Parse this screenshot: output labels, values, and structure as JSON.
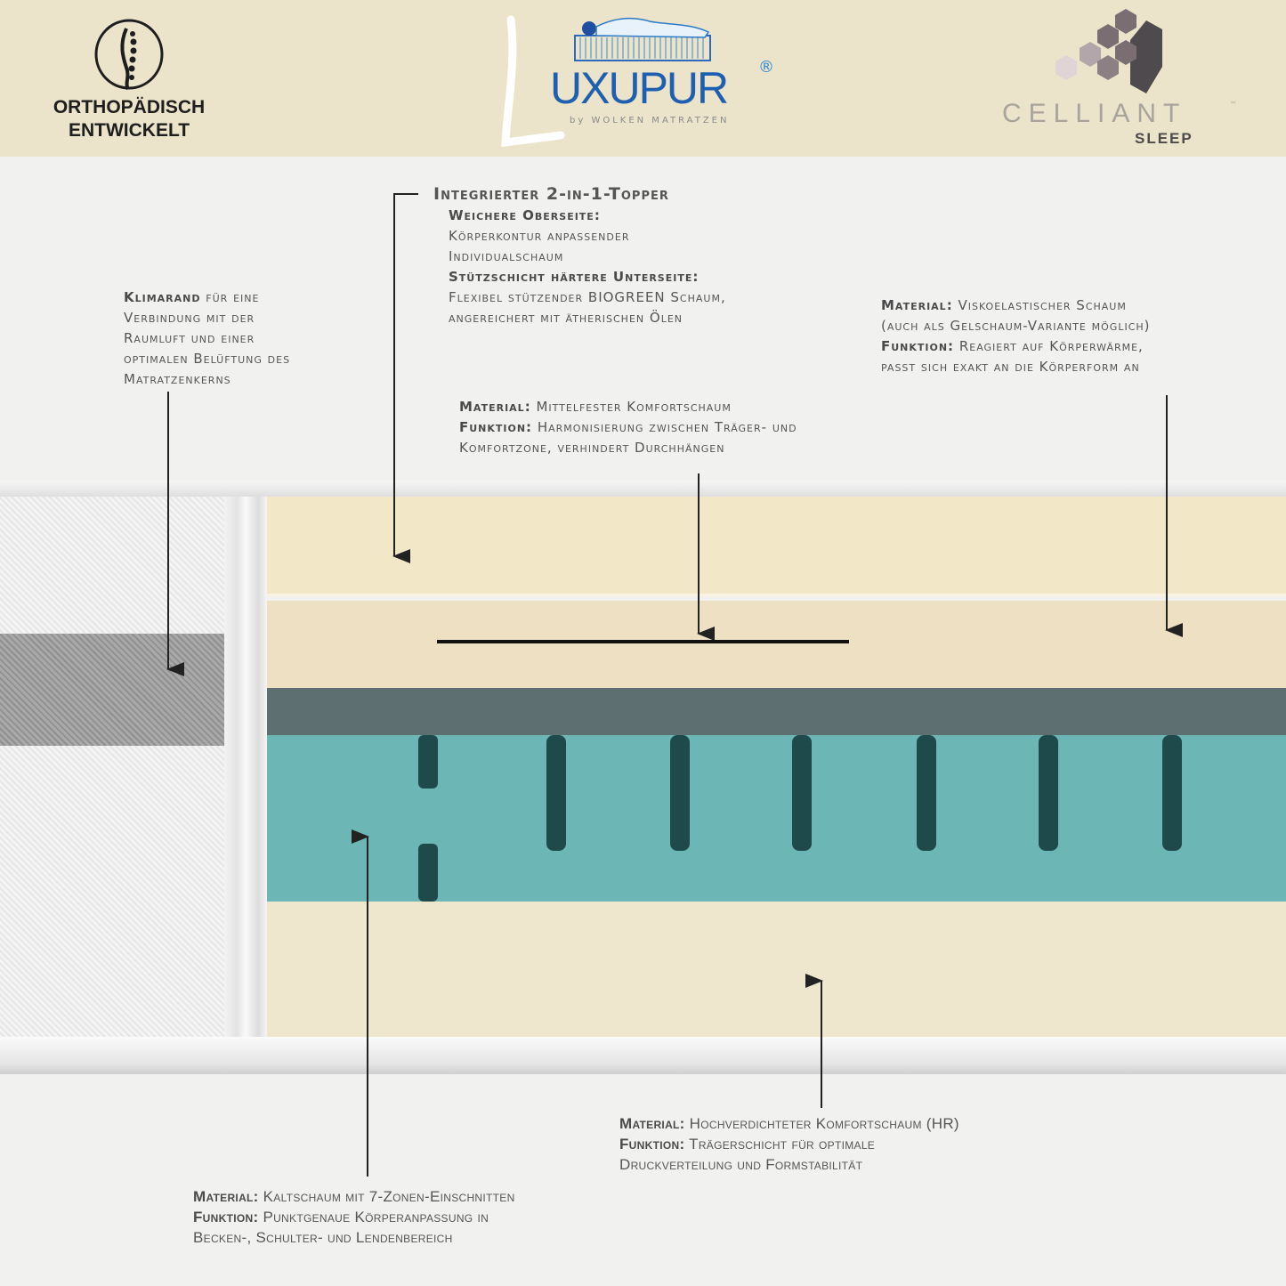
{
  "header": {
    "ortho_lines": [
      "ORTHOPÄDISCH",
      "ENTWICKELT"
    ],
    "brand": {
      "name": "UXUPUR",
      "initial": "L",
      "registered": "®",
      "byline": "by WOLKEN MATRATZEN"
    },
    "celliant": {
      "name": "CELLIANT",
      "tm": "™",
      "sub": "SLEEP"
    }
  },
  "annotations": {
    "topper": {
      "title": "Integrierter 2-in-1-Topper",
      "l1": "Weichere Oberseite:",
      "l2": "Körperkontur anpassender",
      "l3": "Individualschaum",
      "l4": "Stützschicht härtere Unterseite:",
      "l5": "Flexibel stützender BIOGREEN Schaum,",
      "l6": "angereichert mit ätherischen Ölen"
    },
    "klimarand": {
      "bold": "Klimarand",
      "l1": " für eine",
      "l2": "Verbindung mit der",
      "l3": "Raumluft und einer",
      "l4": "optimalen Belüftung des",
      "l5": "Matratzenkerns"
    },
    "visko": {
      "b1": "Material:",
      "l1": " Viskoelastischer Schaum",
      "l2": "(auch als Gelschaum-Variante möglich)",
      "b3": "Funktion:",
      "l3": " Reagiert auf Körperwärme,",
      "l4": "passt sich exakt an die Körperform an"
    },
    "komfort": {
      "b1": "Material:",
      "l1": " Mittelfester Komfortschaum",
      "b2": "Funktion:",
      "l2": " Harmonisierung zwischen Träger- und",
      "l3": "Komfortzone, verhindert Durchhängen"
    },
    "hr": {
      "b1": "Material:",
      "l1": " Hochverdichteter Komfortschaum (HR)",
      "b2": "Funktion:",
      "l2": " Trägerschicht für optimale",
      "l3": "Druckverteilung und Formstabilität"
    },
    "kalt": {
      "b1": "Material:",
      "l1": " Kaltschaum mit 7-Zonen-Einschnitten",
      "b2": "Funktion:",
      "l2": " Punktgenaue Körperanpassung in",
      "l3": "Becken-, Schulter- und Lendenbereich"
    }
  },
  "colors": {
    "header": "#ebe4ca",
    "topper": "#f2e8c8",
    "comfort": "#ede0c3",
    "slate": "#5e6f71",
    "teal": "#6cb6b6",
    "base": "#efe7cd"
  }
}
